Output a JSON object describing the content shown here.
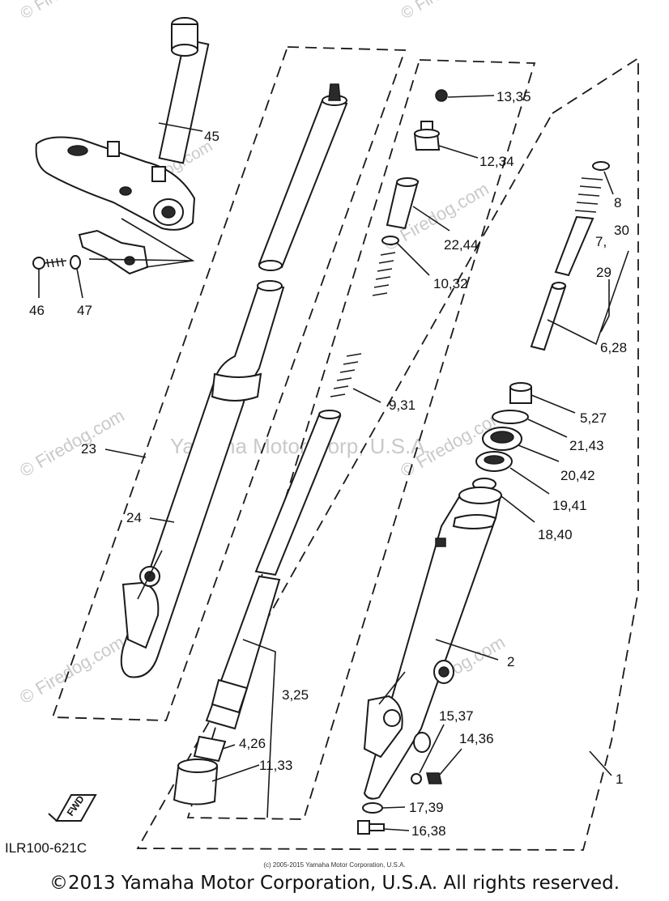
{
  "watermarks": {
    "brand": "© Firedog.com",
    "brand_short": "© Firedog",
    "center": "Yamaha Motor Corp, U.S.A."
  },
  "callouts": {
    "c45": "45",
    "c46": "46",
    "c47": "47",
    "c23": "23",
    "c24": "24",
    "c13_35": "13,35",
    "c12_34": "12,34",
    "c22_44": "22,44",
    "c10_32": "10,32",
    "c9_31": "9,31",
    "c3_25": "3,25",
    "c4_26": "4,26",
    "c11_33": "11,33",
    "c8": "8",
    "c30": "30",
    "c7": "7,",
    "c29": "29",
    "c6_28": "6,28",
    "c5_27": "5,27",
    "c21_43": "21,43",
    "c20_42": "20,42",
    "c19_41": "19,41",
    "c18_40": "18,40",
    "c2": "2",
    "c15_37": "15,37",
    "c14_36": "14,36",
    "c1": "1",
    "c17_39": "17,39",
    "c16_38": "16,38"
  },
  "fwd_label": "FWD",
  "diagram_code": "ILR100-621C",
  "footer": {
    "small_copyright": "(c) 2005-2015 Yamaha Motor Corporation, U.S.A.",
    "copyright": "©2013 Yamaha Motor Corporation, U.S.A. All rights reserved."
  }
}
